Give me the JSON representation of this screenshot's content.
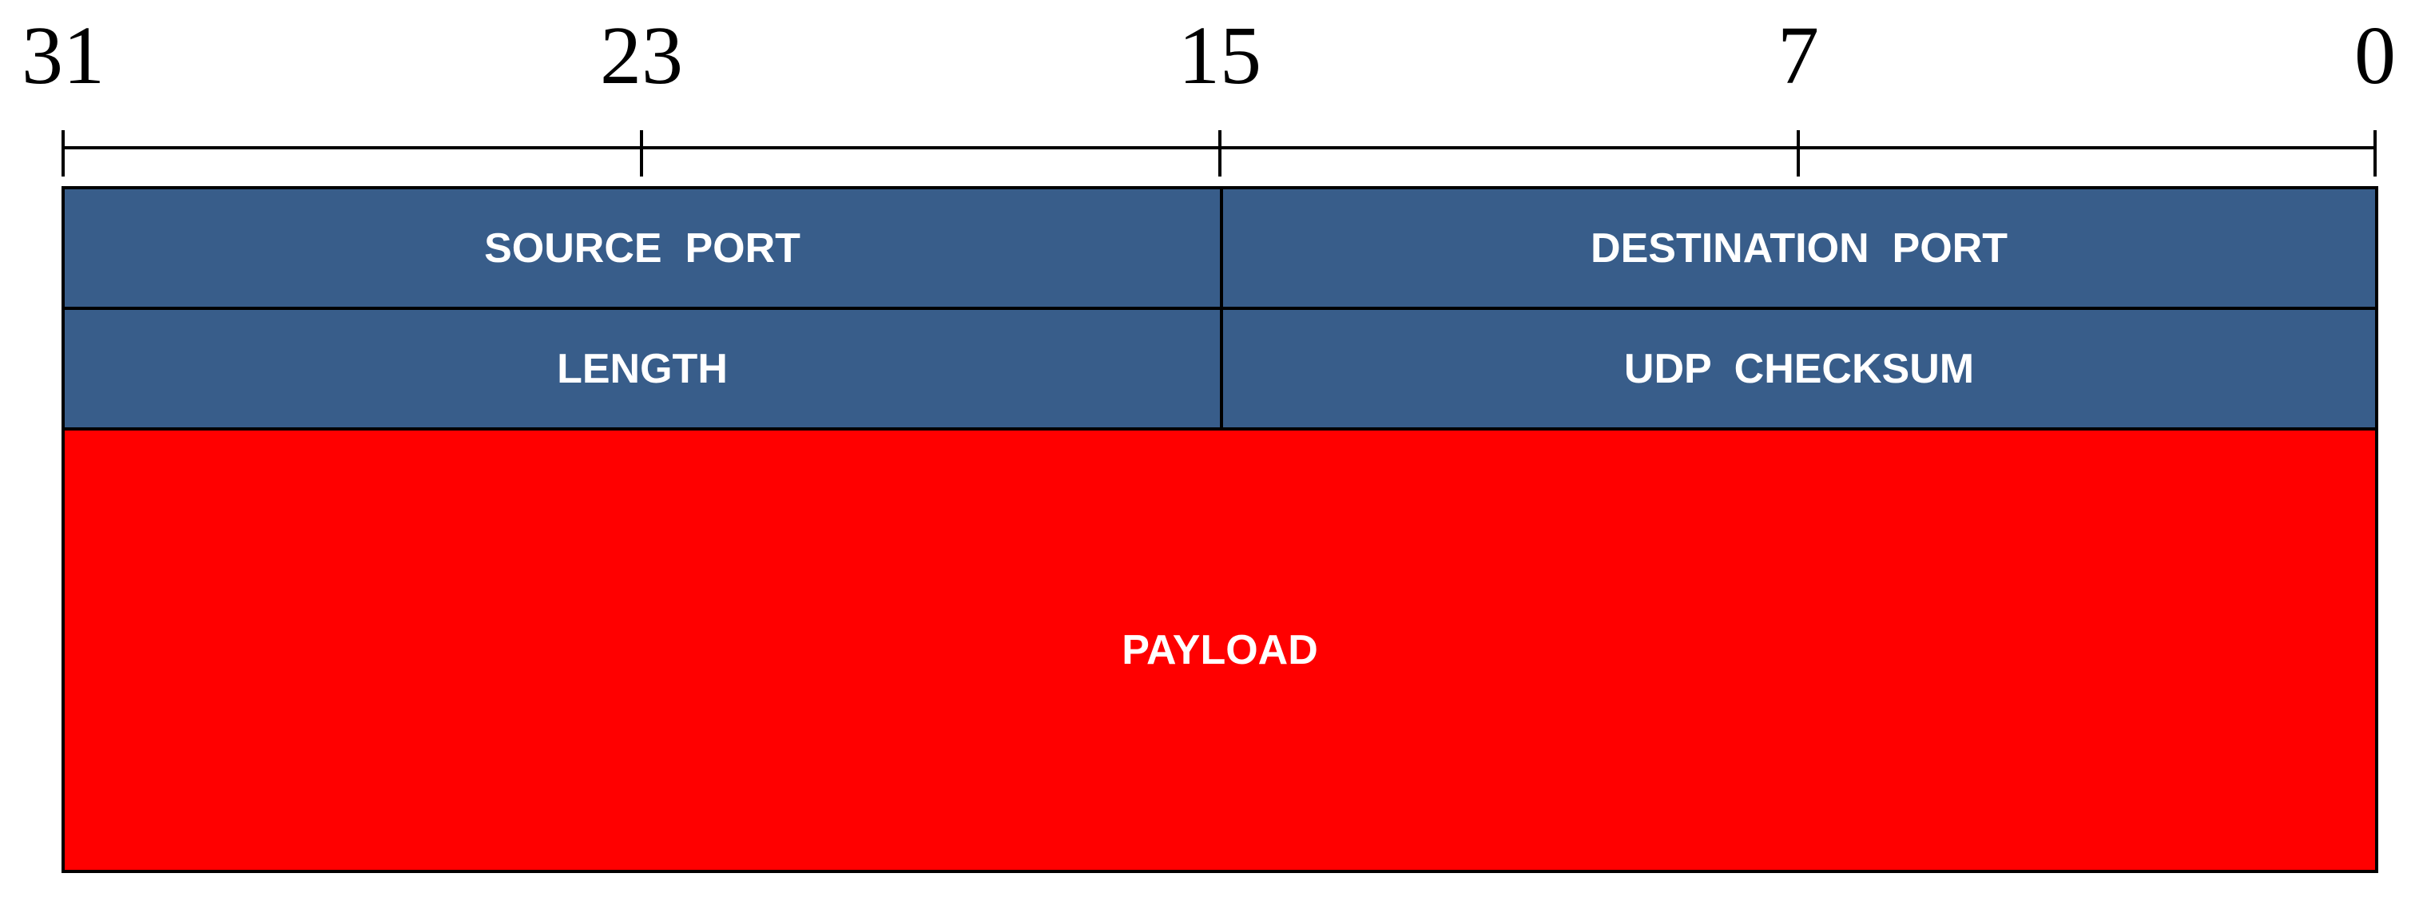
{
  "bit_scale": {
    "labels": [
      "31",
      "23",
      "15",
      "7",
      "0"
    ]
  },
  "header": {
    "source_port": "SOURCE  PORT",
    "destination_port": "DESTINATION  PORT",
    "length": "LENGTH",
    "udp_checksum": "UDP  CHECKSUM"
  },
  "payload": {
    "label": "PAYLOAD"
  },
  "colors": {
    "header_fill": "#385d8a",
    "payload_fill": "#ff0000",
    "text": "#ffffff"
  }
}
